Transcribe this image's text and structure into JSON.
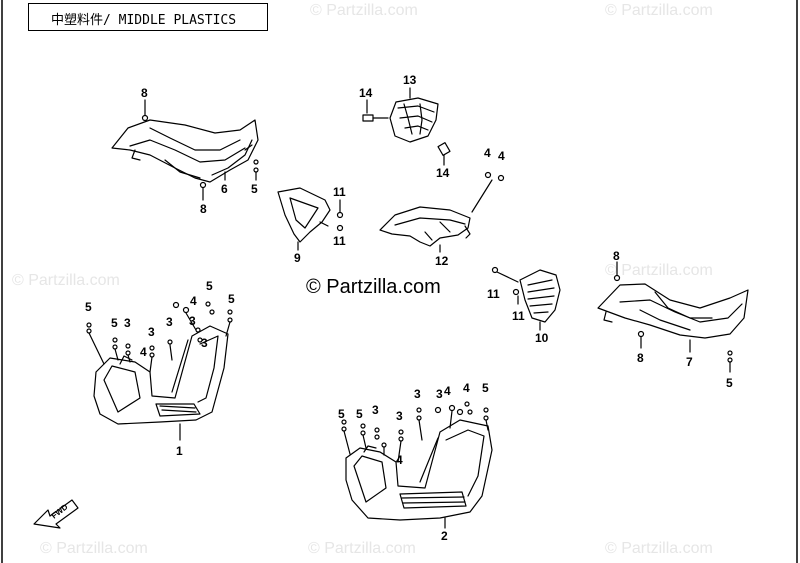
{
  "title": "中塑料件/ MIDDLE PLASTICS",
  "watermark": "© Partzilla.com",
  "center_watermark": "© Partzilla.com",
  "fwd_label": "FWD",
  "callouts": {
    "c8a": "8",
    "c8b": "8",
    "c6": "6",
    "c5a": "5",
    "c14a": "14",
    "c13": "13",
    "c14b": "14",
    "c4a": "4",
    "c4b": "4",
    "c11a": "11",
    "c11b": "11",
    "c9": "9",
    "c12": "12",
    "c8c": "8",
    "c8d": "8",
    "c7": "7",
    "c5b": "5",
    "c11c": "11",
    "c11d": "11",
    "c10": "10",
    "c5c": "5",
    "c5d": "5",
    "c3a": "3",
    "c4c": "4",
    "c3b": "3",
    "c3c": "3",
    "c4d": "4",
    "c5e": "5",
    "c3d": "3",
    "c3e": "3",
    "c1": "1",
    "c5f": "5",
    "c5g": "5",
    "c3f": "3",
    "c3g": "3",
    "c4e": "4",
    "c3h": "3",
    "c3i": "3",
    "c4f": "4",
    "c5h": "5",
    "c3j": "3",
    "c4g": "4",
    "c2": "2"
  }
}
